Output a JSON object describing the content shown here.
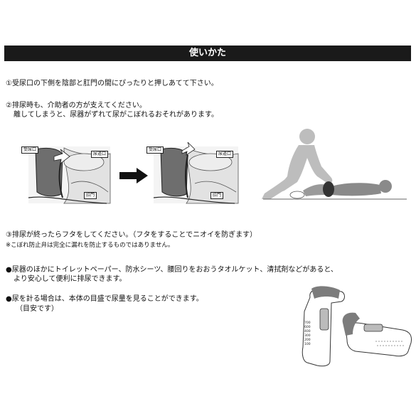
{
  "header": {
    "title": "使いかた"
  },
  "steps": {
    "step1": "①受尿口の下側を陰部と肛門の間にぴったりと押しあてて下さい。",
    "step2_line1": "②排尿時も、介助者の方が支えてください。",
    "step2_line2": "離してしまうと、尿器がずれて尿がこぼれるおそれがあります。",
    "step3": "③排尿が終ったらフタをしてください。（フタをすることでニオイを防ぎます）",
    "step3_note": "※こぼれ防止弁は完全に漏れを防止するものではありません。"
  },
  "bullets": {
    "b1_line1": "●尿器のほかにトイレットペーパー、防水シーツ、腰回りをおおうタオルケット、清拭剤などがあると、",
    "b1_line2": "より安心して便利に排尿できます。",
    "b2_line1": "●尿を計る場合は、本体の目盛で尿量を見ることができます。",
    "b2_line2": "（目安です）"
  },
  "diagram": {
    "before": {
      "label_inlet": "受尿口",
      "label_urethra": "尿道口",
      "label_anus": "肛門"
    },
    "after": {
      "label_inlet": "受尿口",
      "label_urethra": "尿道口",
      "label_anus": "肛門"
    }
  },
  "scale": {
    "ticks": [
      "700",
      "600",
      "400",
      "300",
      "200",
      "100"
    ]
  }
}
